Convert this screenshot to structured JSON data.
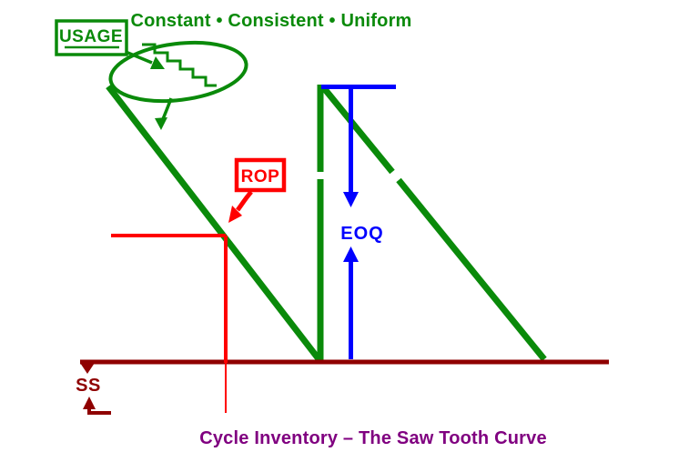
{
  "diagram": {
    "top_note": "Constant • Consistent • Uniform",
    "caption": "Cycle Inventory – The Saw Tooth Curve",
    "labels": {
      "usage": "USAGE",
      "rop": "ROP",
      "eoq": "EOQ",
      "ss": "SS"
    },
    "colors": {
      "green": "#0a8a0a",
      "red": "#ff0000",
      "dark_red": "#8f0000",
      "blue": "#0000ff",
      "purple": "#800080"
    }
  }
}
